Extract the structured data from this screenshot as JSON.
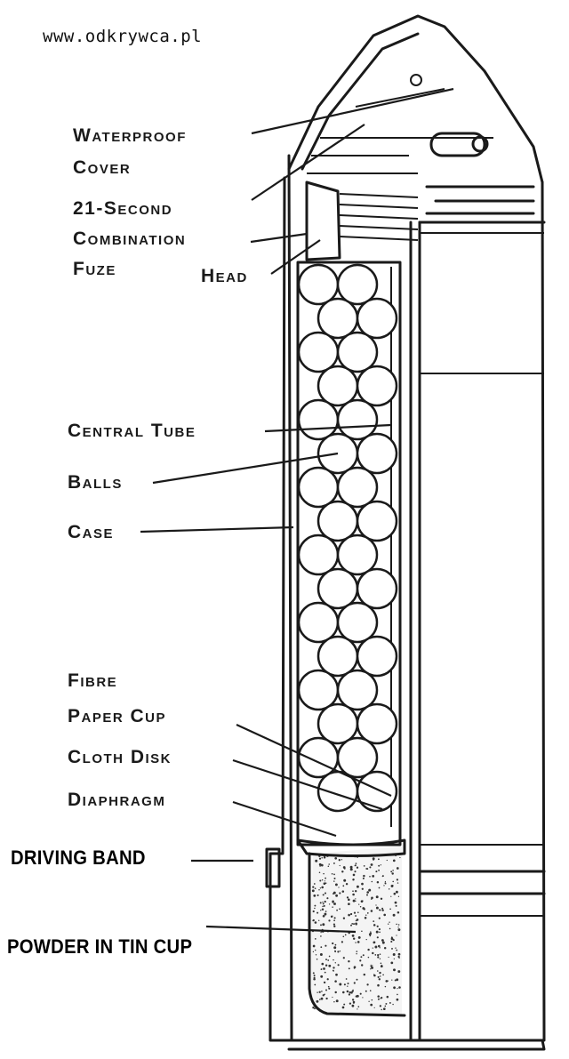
{
  "watermark": "www.odkrywca.pl",
  "labels": {
    "waterproof_1": "Waterproof",
    "waterproof_2": "Cover",
    "fuze_1": "21-Second",
    "fuze_2": "Combination",
    "fuze_3": "Fuze",
    "head": "Head",
    "central_tube": "Central Tube",
    "balls": "Balls",
    "case": "Case",
    "fibre_1": "Fibre",
    "fibre_2": "Paper Cup",
    "cloth_disk": "Cloth Disk",
    "diaphragm": "Diaphragm",
    "driving_band": "DRIVING BAND",
    "powder": "POWDER IN TIN CUP"
  },
  "colors": {
    "ink": "#1a1a1a",
    "background": "#ffffff"
  }
}
